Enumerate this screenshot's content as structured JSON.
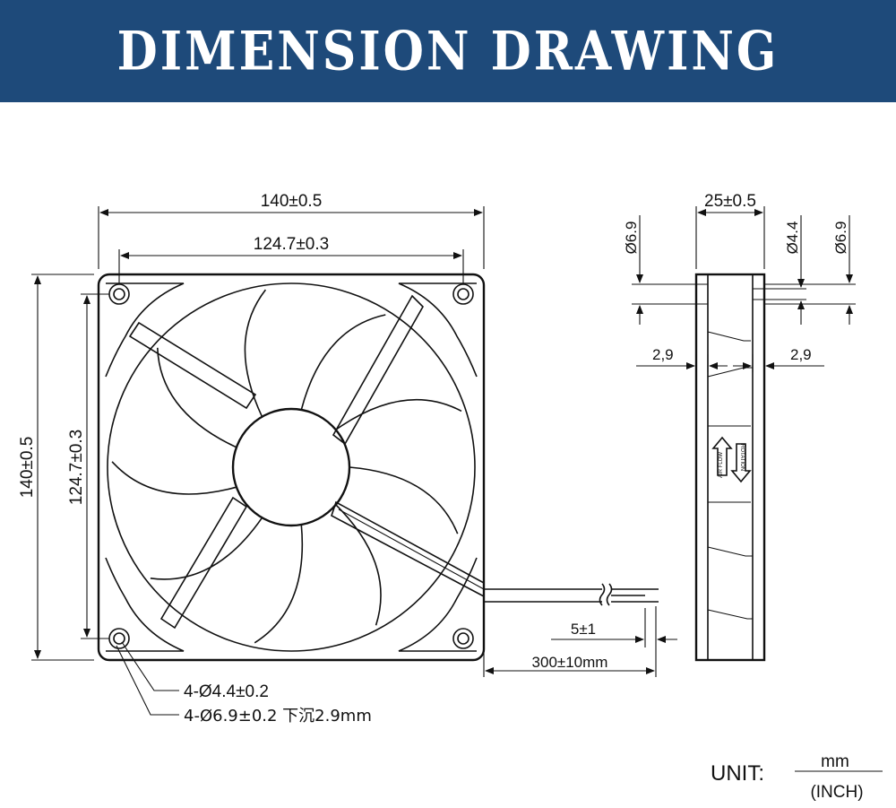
{
  "header": {
    "title": "DIMENSION DRAWING"
  },
  "front_view": {
    "width_overall": "140±0.5",
    "width_hole_spacing": "124.7±0.3",
    "height_overall": "140±0.5",
    "height_hole_spacing": "124.7±0.3",
    "hole_through": "4-Ø4.4±0.2",
    "hole_counterbore": "4-Ø6.9±0.2 下沉2.9mm",
    "cable_length": "300±10mm",
    "cable_strip": "5±1"
  },
  "side_view": {
    "thickness": "25±0.5",
    "dia_left": "Ø6.9",
    "dia_mid": "Ø4.4",
    "dia_right": "Ø6.9",
    "depth_left": "2,9",
    "depth_right": "2,9",
    "airflow_label": "AIR FLOW",
    "rotation_label": "ROTATION"
  },
  "unit": {
    "label": "UNIT:",
    "primary": "mm",
    "secondary": "(INCH)"
  }
}
